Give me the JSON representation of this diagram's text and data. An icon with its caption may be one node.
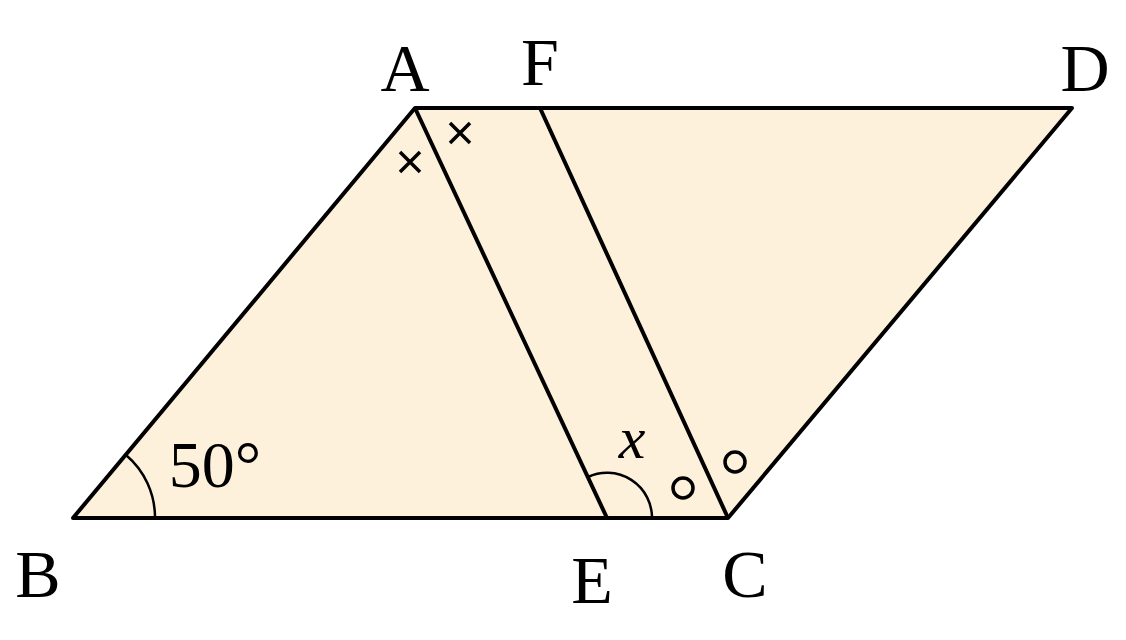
{
  "diagram": {
    "labels": [
      "A",
      "F",
      "D",
      "x",
      "50°",
      "B",
      "E",
      "C"
    ]
  }
}
